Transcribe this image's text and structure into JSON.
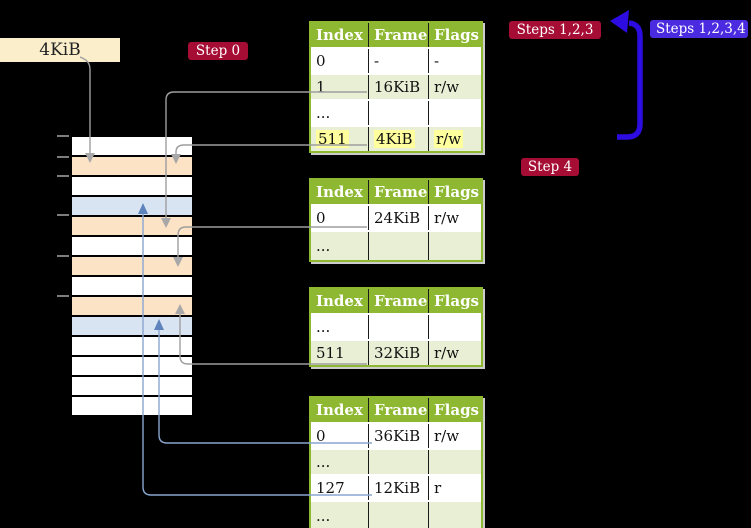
{
  "labels": {
    "memory_box": "4KiB",
    "step0": "Step 0",
    "steps123": "Steps 1,2,3",
    "steps1234": "Steps 1,2,3,4",
    "step4": "Step 4"
  },
  "colors": {
    "table_header_green": "#8eb832",
    "table_alt_row_green": "#e9efd5",
    "highlight_yellow": "#ffff9e",
    "crimson_label": "#a60d35",
    "blue_label": "#4b2be0",
    "big_arrow_blue": "#2d0ce2",
    "strip_orange": "#fce3c6",
    "strip_blue": "#d8e4f2",
    "memory_box_wheat": "#fbeecb",
    "connector_gray": "#9e9e9e",
    "connector_blue": "#8aa6d0"
  },
  "memory_strip": {
    "row_colors": [
      "white",
      "orange",
      "white",
      "blue",
      "orange",
      "white",
      "orange",
      "white",
      "orange",
      "blue",
      "white",
      "white",
      "white",
      "white"
    ]
  },
  "tables": [
    {
      "headers": [
        "Index",
        "Frame",
        "Flags"
      ],
      "rows": [
        {
          "cells": [
            "0",
            "-",
            "-"
          ]
        },
        {
          "cells": [
            "1",
            "16KiB",
            "r/w"
          ]
        },
        {
          "cells": [
            "...",
            "",
            ""
          ]
        },
        {
          "cells": [
            "511",
            "4KiB",
            "r/w"
          ]
        }
      ]
    },
    {
      "headers": [
        "Index",
        "Frame",
        "Flags"
      ],
      "rows": [
        {
          "cells": [
            "0",
            "24KiB",
            "r/w"
          ]
        },
        {
          "cells": [
            "...",
            "",
            ""
          ]
        }
      ]
    },
    {
      "headers": [
        "Index",
        "Frame",
        "Flags"
      ],
      "rows": [
        {
          "cells": [
            "...",
            "",
            ""
          ]
        },
        {
          "cells": [
            "511",
            "32KiB",
            "r/w"
          ]
        }
      ]
    },
    {
      "headers": [
        "Index",
        "Frame",
        "Flags"
      ],
      "rows": [
        {
          "cells": [
            "0",
            "36KiB",
            "r/w"
          ]
        },
        {
          "cells": [
            "...",
            "",
            ""
          ]
        },
        {
          "cells": [
            "127",
            "12KiB",
            "r"
          ]
        },
        {
          "cells": [
            "...",
            "",
            ""
          ]
        }
      ]
    }
  ]
}
